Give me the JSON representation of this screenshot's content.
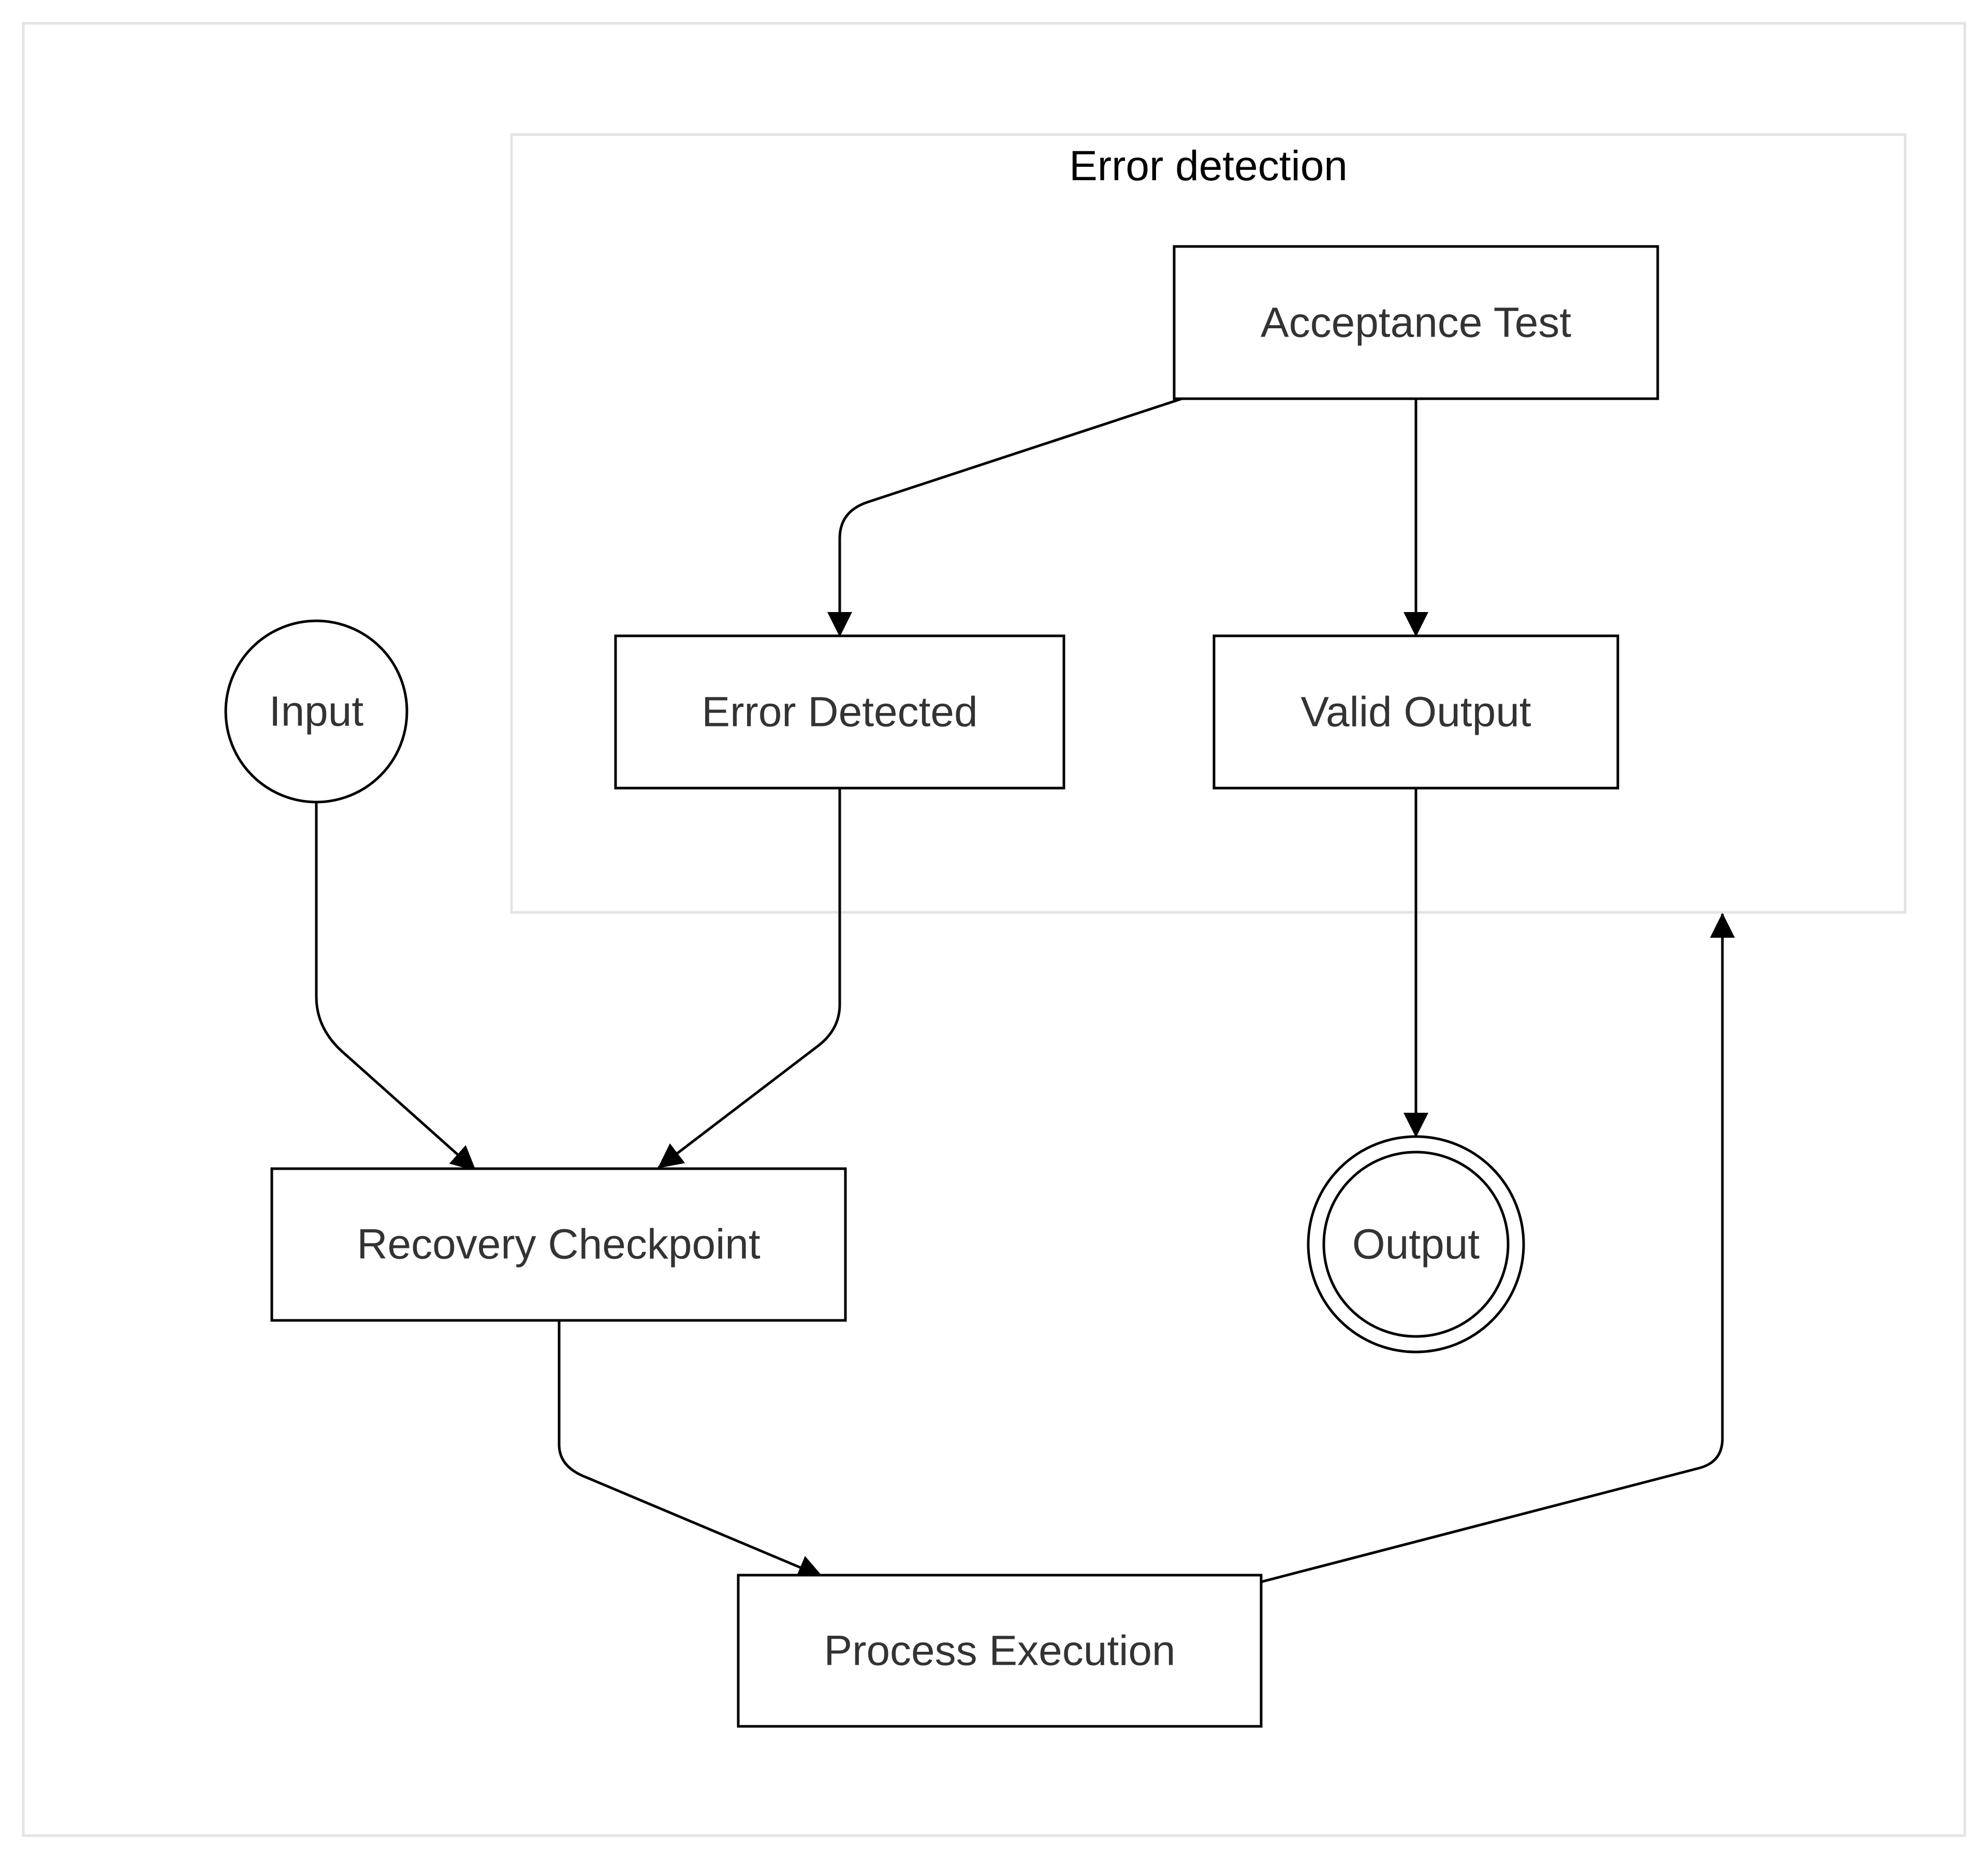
{
  "diagram": {
    "group_label": "Error detection",
    "nodes": {
      "input": "Input",
      "acceptance_test": "Acceptance Test",
      "error_detected": "Error Detected",
      "valid_output": "Valid Output",
      "recovery_checkpoint": "Recovery Checkpoint",
      "output": "Output",
      "process_execution": "Process Execution"
    }
  }
}
